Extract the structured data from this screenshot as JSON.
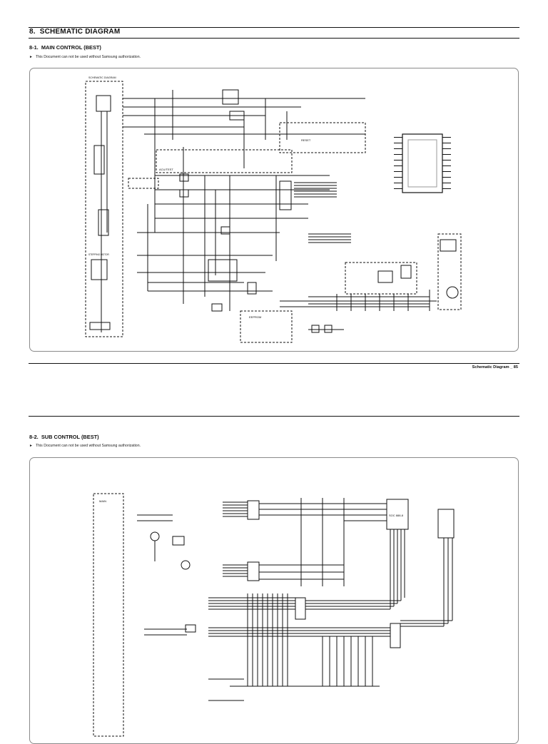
{
  "section": {
    "number": "8.",
    "title": "SCHEMATIC DIAGRAM"
  },
  "main_control": {
    "number": "8-1.",
    "title": "MAIN CONTROL (BEST)",
    "note": "This Document can not be used without Samsung authorization.",
    "labels": {
      "schematic_title": "SCHEMATIC DIAGRAM",
      "acu_test": "ACU/TEST",
      "reset": "RESET",
      "eeprom": "EEPROM",
      "stepping_motor": "STEPPING MOTOR"
    }
  },
  "footer": {
    "text": "Schematic Diagram _ 85"
  },
  "sub_control": {
    "number": "8-2.",
    "title": "SUB CONTROL (BEST)",
    "note": "This Document can not be used without Samsung authorization.",
    "labels": {
      "main_connector": "MAIN",
      "ic_part": "SOC 888-8"
    }
  }
}
